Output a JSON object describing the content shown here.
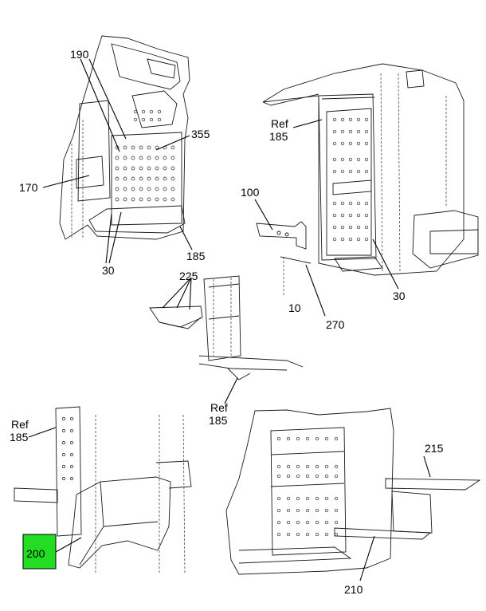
{
  "callouts": {
    "c190": "190",
    "c355": "355",
    "c170": "170",
    "c185_tl": "185",
    "c30_tl": "30",
    "ref_tr_1": "Ref",
    "ref_tr_2": "185",
    "c100": "100",
    "c30_tr": "30",
    "c10": "10",
    "c270": "270",
    "c225": "225",
    "ref_mid_1": "Ref",
    "ref_mid_2": "185",
    "ref_bl_1": "Ref",
    "ref_bl_2": "185",
    "c200": "200",
    "c215": "215",
    "c210": "210"
  },
  "colors": {
    "highlight": "#22dd22",
    "line": "#000000"
  }
}
